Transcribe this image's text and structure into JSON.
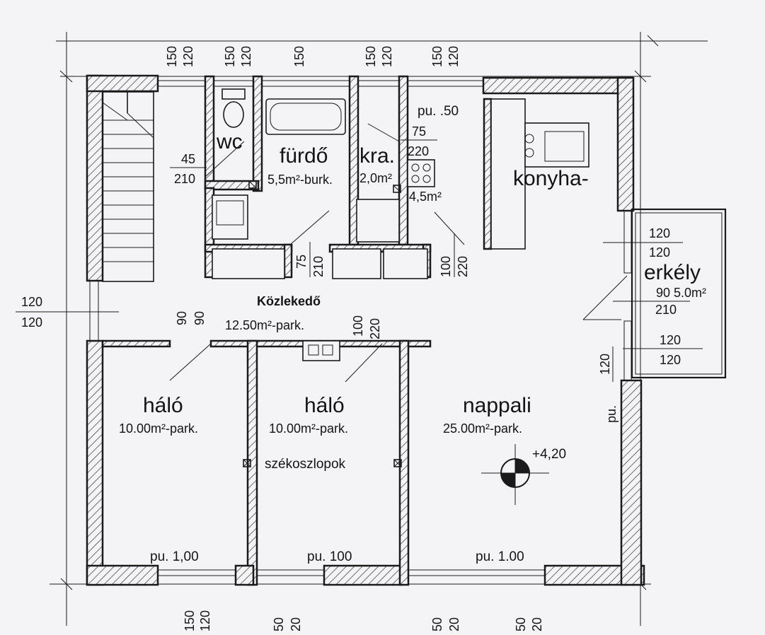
{
  "rooms": {
    "wc": "wc",
    "furdo": "fürdő",
    "furdo_area": "5,5m²-burk.",
    "kamra": "kra.",
    "kamra_area": "2,0m²",
    "konyha": "konyha-",
    "konyha_area": "4,5m²",
    "erkely": "erkély",
    "erkely_area": "5.0m²",
    "kozlekedo": "Közlekedő",
    "kozlekedo_area": "12.50m²-park.",
    "halo1": "háló",
    "halo1_area": "10.00m²-park.",
    "halo2": "háló",
    "halo2_area": "10.00m²-park.",
    "nappali": "nappali",
    "nappali_area": "25.00m²-park.",
    "level": "+4,20"
  },
  "labels": {
    "szekoszlopok": "székoszlopok",
    "pu_top": "pu. .50",
    "pu_bottom_1": "pu. 1,00",
    "pu_bottom_2": "pu. 100",
    "pu_bottom_3": "pu. 1.00",
    "pu_right": "pu."
  },
  "dimensions": {
    "top": [
      {
        "a": "150",
        "b": "120"
      },
      {
        "a": "150",
        "b": "120"
      },
      {
        "a": "150",
        "b": ""
      },
      {
        "a": "150",
        "b": "120"
      },
      {
        "a": "150",
        "b": "120"
      }
    ],
    "bottom": [
      {
        "a": "150",
        "b": "120"
      },
      {
        "a": "50",
        "b": "20"
      },
      {
        "a": "50",
        "b": "20"
      },
      {
        "a": "50",
        "b": "20"
      }
    ],
    "door_wc": {
      "w": "45",
      "h": "210"
    },
    "door_kamra": {
      "w": "75",
      "h": "220"
    },
    "door_furdo": {
      "w": "75",
      "h": "210"
    },
    "door_konyha": {
      "w": "100",
      "h": "220"
    },
    "door_halo1": {
      "w": "90",
      "h": "90"
    },
    "door_halo2": {
      "w": "100",
      "h": "220"
    },
    "window_left": {
      "w": "120",
      "h": "120"
    },
    "window_erkely1": {
      "w": "120",
      "h": "120"
    },
    "door_erkely": {
      "w": "90",
      "h": "210"
    },
    "window_erkely2": {
      "w": "120",
      "h": "120"
    },
    "nappali_side": "120"
  }
}
